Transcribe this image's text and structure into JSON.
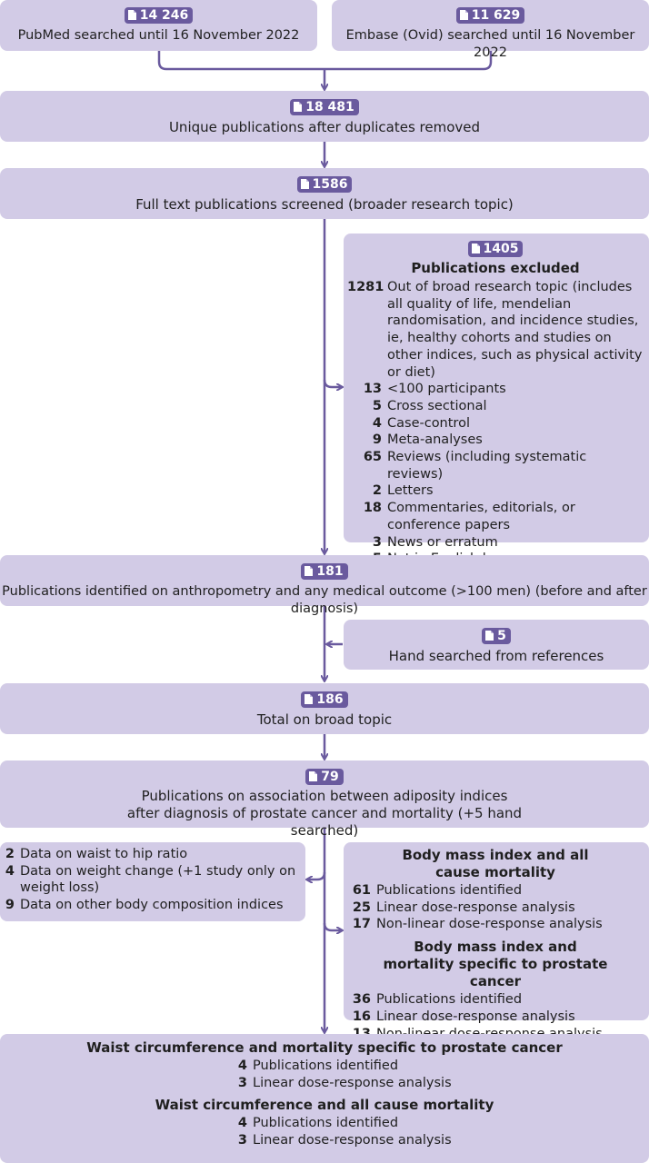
{
  "nodes": {
    "pubmed": {
      "count": "14 246",
      "label": "PubMed searched until 16 November 2022"
    },
    "embase": {
      "count": "11 629",
      "label": "Embase (Ovid) searched until 16 November 2022"
    },
    "unique": {
      "count": "18 481",
      "label": "Unique publications after duplicates removed"
    },
    "fulltext": {
      "count": "1586",
      "label": "Full text publications screened (broader research topic)"
    },
    "excluded": {
      "count": "1405",
      "title": "Publications excluded",
      "items": [
        {
          "n": "1281",
          "t": "Out of broad research topic (includes all quality of life, mendelian randomisation, and incidence studies, ie, healthy cohorts and studies on other indices, such as physical activity or diet)"
        },
        {
          "n": "13",
          "t": "<100 participants"
        },
        {
          "n": "5",
          "t": "Cross sectional"
        },
        {
          "n": "4",
          "t": "Case-control"
        },
        {
          "n": "9",
          "t": "Meta-analyses"
        },
        {
          "n": "65",
          "t": "Reviews (including systematic reviews)"
        },
        {
          "n": "2",
          "t": "Letters"
        },
        {
          "n": "18",
          "t": "Commentaries, editorials, or conference papers"
        },
        {
          "n": "3",
          "t": "News or erratum"
        },
        {
          "n": "5",
          "t": "Not in English language"
        }
      ]
    },
    "identified": {
      "count": "181",
      "label": "Publications identified on anthropometry and any medical outcome (>100 men) (before and after diagnosis)"
    },
    "hand": {
      "count": "5",
      "label": "Hand searched from references"
    },
    "total": {
      "count": "186",
      "label": "Total on broad topic"
    },
    "association": {
      "count": "79",
      "label": "Publications on association between adiposity indices after diagnosis of prostate cancer and mortality (+5 hand searched)"
    },
    "other": {
      "items": [
        {
          "n": "2",
          "t": "Data on waist to hip ratio"
        },
        {
          "n": "4",
          "t": "Data on weight change (+1 study only on weight loss)"
        },
        {
          "n": "9",
          "t": "Data on other body composition indices"
        }
      ]
    },
    "bmi": {
      "sections": [
        {
          "title": "Body mass index and all cause mortality",
          "items": [
            {
              "n": "61",
              "t": "Publications identified"
            },
            {
              "n": "25",
              "t": "Linear dose-response analysis"
            },
            {
              "n": "17",
              "t": "Non-linear dose-response analysis"
            }
          ]
        },
        {
          "title": "Body mass index and mortality specific to prostate cancer",
          "items": [
            {
              "n": "36",
              "t": "Publications identified"
            },
            {
              "n": "16",
              "t": "Linear dose-response analysis"
            },
            {
              "n": "13",
              "t": "Non-linear dose-response analysis"
            }
          ]
        }
      ]
    },
    "waist": {
      "sections": [
        {
          "title": "Waist circumference and mortality specific to prostate cancer",
          "items": [
            {
              "n": "4",
              "t": "Publications identified"
            },
            {
              "n": "3",
              "t": "Linear dose-response analysis"
            }
          ]
        },
        {
          "title": "Waist circumference and all cause mortality",
          "items": [
            {
              "n": "4",
              "t": "Publications identified"
            },
            {
              "n": "3",
              "t": "Linear dose-response analysis"
            }
          ]
        }
      ]
    }
  }
}
